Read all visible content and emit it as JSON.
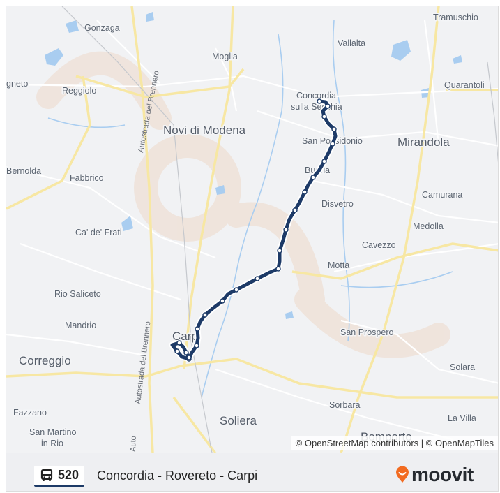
{
  "map": {
    "places": [
      {
        "name": "Gonzaga",
        "size": "small"
      },
      {
        "name": "Tramuschio",
        "size": "small"
      },
      {
        "name": "Vallalta",
        "size": "small"
      },
      {
        "name": "Moglia",
        "size": "small"
      },
      {
        "name": "gneto",
        "size": "small"
      },
      {
        "name": "Reggiolo",
        "size": "small"
      },
      {
        "name": "Quarantoli",
        "size": "small"
      },
      {
        "name": "Concordia",
        "size": "small"
      },
      {
        "name": "sulla Secchia",
        "size": "small"
      },
      {
        "name": "Novi di Modena",
        "size": "big"
      },
      {
        "name": "San Possidonio",
        "size": "small"
      },
      {
        "name": "Mirandola",
        "size": "big"
      },
      {
        "name": "Bernolda",
        "size": "small"
      },
      {
        "name": "Fabbrico",
        "size": "small"
      },
      {
        "name": "Budria",
        "size": "small"
      },
      {
        "name": "Camurana",
        "size": "small"
      },
      {
        "name": "Disvetro",
        "size": "small"
      },
      {
        "name": "Ca' de' Frati",
        "size": "small"
      },
      {
        "name": "Medolla",
        "size": "small"
      },
      {
        "name": "Cavezzo",
        "size": "small"
      },
      {
        "name": "Motta",
        "size": "small"
      },
      {
        "name": "Rio Saliceto",
        "size": "small"
      },
      {
        "name": "Mandrio",
        "size": "small"
      },
      {
        "name": "San Prospero",
        "size": "small"
      },
      {
        "name": "Carpi",
        "size": "big"
      },
      {
        "name": "Correggio",
        "size": "big"
      },
      {
        "name": "Solara",
        "size": "small"
      },
      {
        "name": "Fazzano",
        "size": "small"
      },
      {
        "name": "Sorbara",
        "size": "small"
      },
      {
        "name": "San Martino",
        "size": "small"
      },
      {
        "name": "in Rio",
        "size": "small"
      },
      {
        "name": "Soliera",
        "size": "big"
      },
      {
        "name": "La Villa",
        "size": "small"
      },
      {
        "name": "Bomporto",
        "size": "big"
      }
    ],
    "motorway_labels": [
      "Autostrada del Brennero",
      "Autostrada del Brennero",
      "Auto"
    ],
    "attribution": "© OpenStreetMap contributors | © OpenMapTiles"
  },
  "footer": {
    "route_icon": "bus-icon",
    "route_number": "520",
    "route_name": "Concordia - Rovereto - Carpi",
    "brand_icon": "moovit-pin-icon",
    "brand_name": "moovit"
  },
  "colors": {
    "route_line": "#1d3a67",
    "route_outline": "#ffffff",
    "brand_accent": "#f26b21",
    "map_bg": "#f1f2f4",
    "water": "#a9cdf0",
    "major_road": "#f7e7a3"
  }
}
